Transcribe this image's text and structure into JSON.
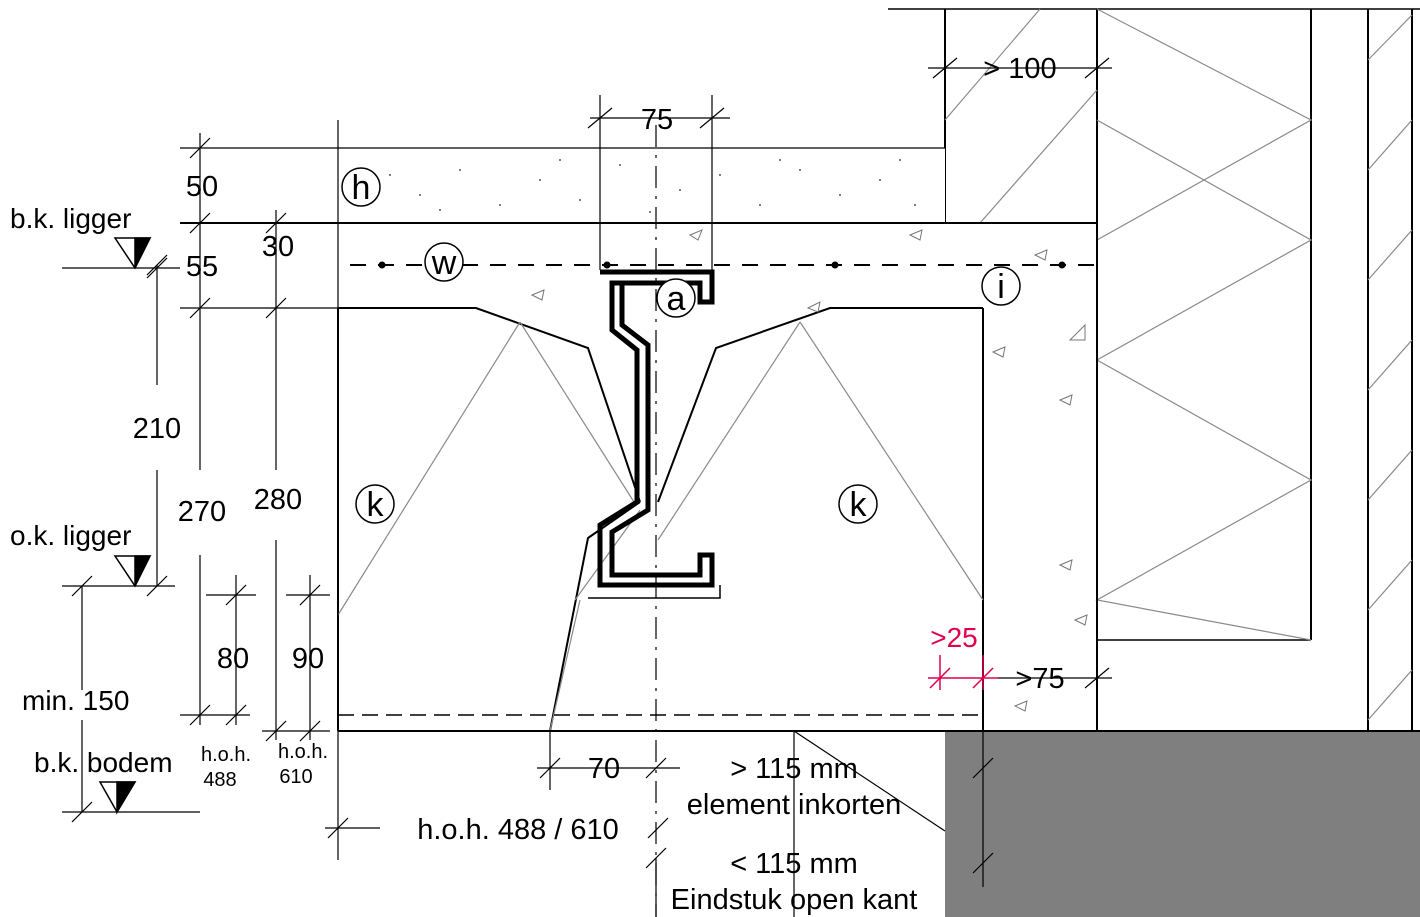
{
  "colors": {
    "line": "#000000",
    "hatch": "#8a8a8a",
    "ground": "#7f7f7f",
    "highlight": "#e0004d"
  },
  "levels": {
    "bk_ligger": "b.k. ligger",
    "ok_ligger": "o.k. ligger",
    "bk_bodem": "b.k. bodem",
    "min_150": "min. 150"
  },
  "dimensions": {
    "d75": "75",
    "d100": "> 100",
    "d50": "50",
    "d30": "30",
    "d55": "55",
    "d210": "210",
    "d270": "270",
    "d280": "280",
    "d80": "80",
    "d90": "90",
    "d70": "70",
    "d25": ">25",
    "d75b": ">75",
    "hoh488_a": "h.o.h.",
    "hoh488_b": "488",
    "hoh610_a": "h.o.h.",
    "hoh610_b": "610",
    "hoh_main": "h.o.h. 488 / 610"
  },
  "notes": {
    "gt115": "> 115 mm",
    "shorten": "element inkorten",
    "lt115": "< 115 mm",
    "endpiece": "Eindstuk open kant"
  },
  "markers": {
    "h": "h",
    "w": "w",
    "a": "a",
    "i": "i",
    "k1": "k",
    "k2": "k"
  }
}
